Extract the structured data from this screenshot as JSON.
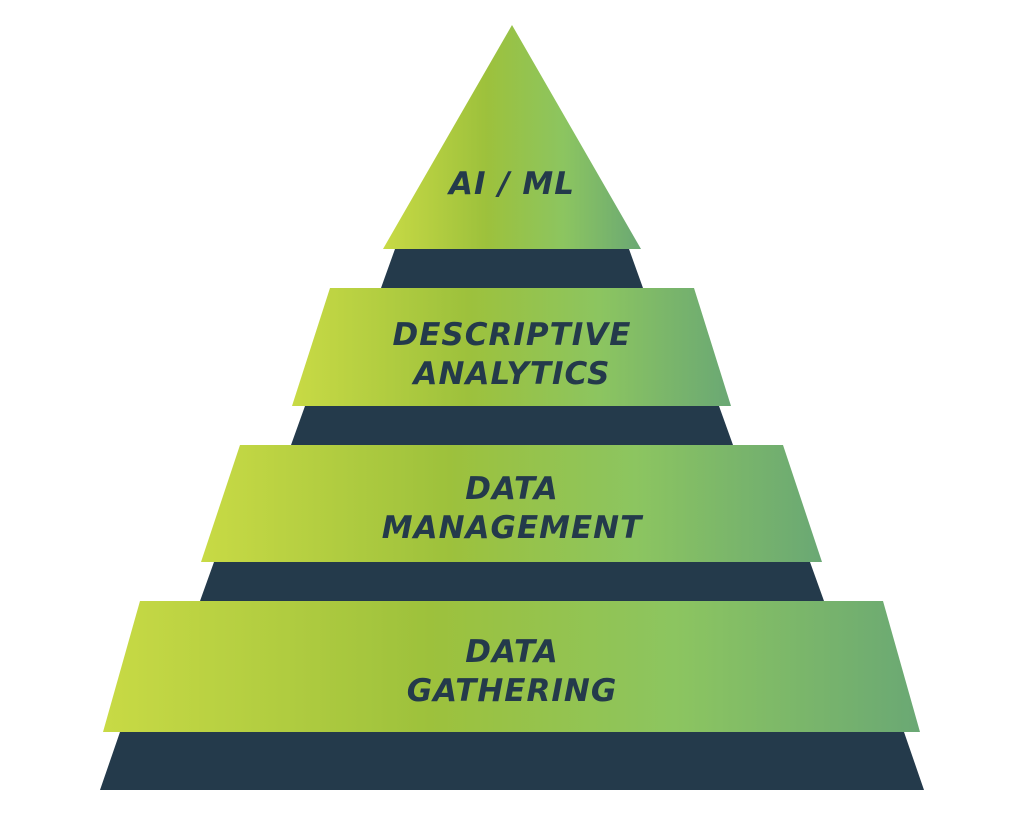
{
  "title": "Data pyramid",
  "colors": {
    "band": "#243a4b",
    "text": "#243a4b",
    "gradient": [
      "#c8da45",
      "#9dc13c",
      "#8cc560",
      "#6aa874"
    ]
  },
  "layers": [
    {
      "lines": [
        "AI / ML"
      ]
    },
    {
      "lines": [
        "DESCRIPTIVE",
        "ANALYTICS"
      ]
    },
    {
      "lines": [
        "DATA",
        "MANAGEMENT"
      ]
    },
    {
      "lines": [
        "DATA",
        "GATHERING"
      ]
    }
  ]
}
